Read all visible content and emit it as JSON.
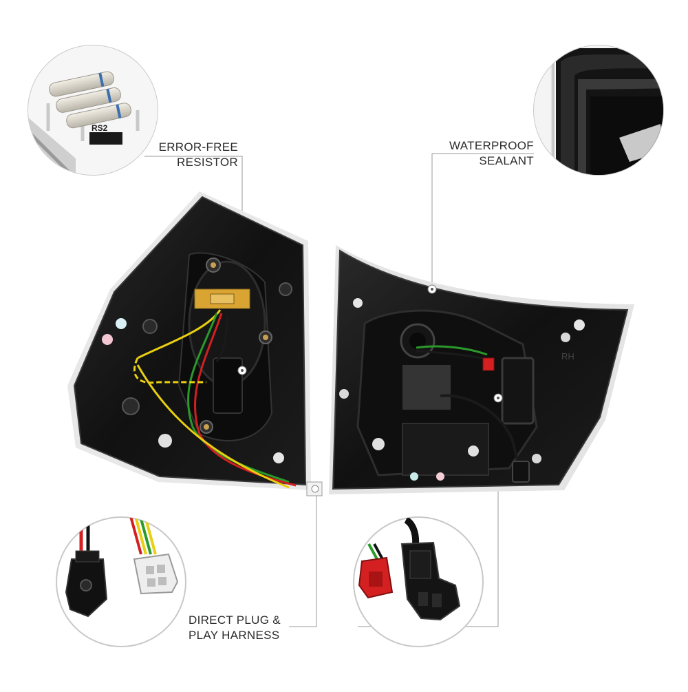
{
  "labels": {
    "resistor": {
      "line1": "ERROR-FREE",
      "line2": "RESISTOR"
    },
    "sealant": {
      "line1": "WATERPROOF",
      "line2": "SEALANT"
    },
    "harness": {
      "line1": "DIRECT PLUG &",
      "line2": "PLAY HARNESS"
    }
  },
  "product_marks": {
    "resistor_code": "RS2",
    "side_marking": "RH"
  },
  "colors": {
    "housing": "#141414",
    "housing_edge": "#2a2a2a",
    "callout_line": "#9a9a9a",
    "circle_border": "#c8c8c8",
    "label_text": "#2b2b2b",
    "resistor_gold": "#d9a432",
    "connector_red": "#d42020",
    "connector_white": "#eeeeee"
  },
  "icons": [
    "resistor-detail-icon",
    "sealant-detail-icon",
    "harness-plug-icon",
    "harness-connector-icon"
  ]
}
